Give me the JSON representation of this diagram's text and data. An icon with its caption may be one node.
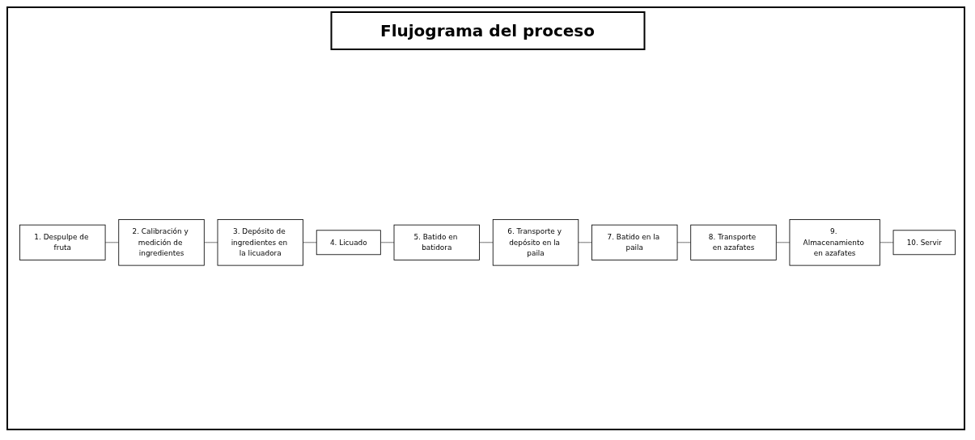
{
  "diagram": {
    "title": "Flujograma del proceso",
    "nodes": [
      {
        "text": [
          "1. Despulpe de fruta"
        ]
      },
      {
        "text": [
          "2. Calibración y medición de ingredientes"
        ]
      },
      {
        "text": [
          "3. Depósito de ingredientes en la licuadora"
        ]
      },
      {
        "text": [
          "4. Licuado"
        ]
      },
      {
        "text": [
          "5. Batido en batidora"
        ]
      },
      {
        "text": [
          "6. Transporte y depósito en la paila"
        ]
      },
      {
        "text": [
          "7. Batido en la paila"
        ]
      },
      {
        "text": [
          "8. Transporte en azafates"
        ]
      },
      {
        "text": [
          "9. Almacenamiento en azafates"
        ]
      },
      {
        "text": [
          "10. Servir"
        ]
      }
    ],
    "edges": [
      {
        "from": 0,
        "to": 1,
        "arrow": "none"
      },
      {
        "from": 1,
        "to": 2,
        "arrow": "none"
      },
      {
        "from": 2,
        "to": 3,
        "arrow": "none"
      },
      {
        "from": 3,
        "to": 4,
        "arrow": "none"
      },
      {
        "from": 4,
        "to": 5,
        "arrow": "none"
      },
      {
        "from": 5,
        "to": 6,
        "arrow": "none"
      },
      {
        "from": 6,
        "to": 7,
        "arrow": "none"
      },
      {
        "from": 7,
        "to": 8,
        "arrow": "none"
      },
      {
        "from": 8,
        "to": 9,
        "arrow": "none"
      }
    ]
  }
}
